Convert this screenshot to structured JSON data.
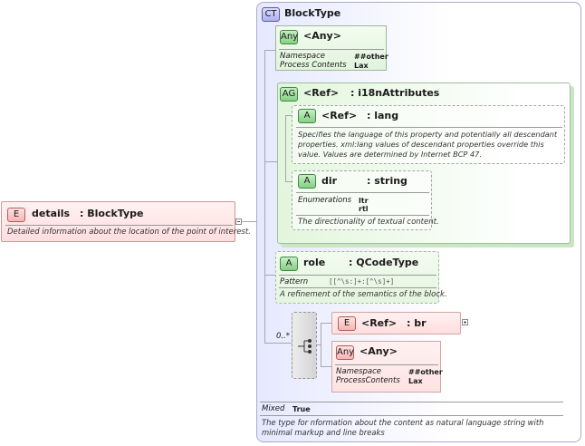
{
  "details": {
    "badge": "E",
    "name": "details",
    "type": ": BlockType",
    "description": "Detailed information about the location of the point of interest."
  },
  "complex_type": {
    "badge": "CT",
    "name": "BlockType",
    "mixed_label": "Mixed",
    "mixed_value": "True",
    "description": "The type for nformation about the content as natural language string with minimal markup and line breaks"
  },
  "any1": {
    "badge": "Any",
    "name": "<Any>",
    "namespace_label": "Namespace",
    "namespace_value": "##other",
    "process_label": "Process Contents",
    "process_value": "Lax"
  },
  "attr_group": {
    "badge": "AG",
    "ref": "<Ref>",
    "name": ": i18nAttributes",
    "lang": {
      "badge": "A",
      "ref": "<Ref>",
      "name": ": lang",
      "description": "Specifies the language of this property and potentially all descendant properties. xml:lang values of descendant properties override this value. Values are determined by Internet BCP 47."
    },
    "dir": {
      "badge": "A",
      "name": "dir",
      "type": ": string",
      "enum_label": "Enumerations",
      "enum_values": [
        "ltr",
        "rtl"
      ],
      "description": "The directionality of textual content."
    }
  },
  "role": {
    "badge": "A",
    "name": "role",
    "type": ": QCodeType",
    "pattern_label": "Pattern",
    "pattern_value": "[[^\\s:]+:[^\\s]+]",
    "description": "A refinement of the semantics of the block."
  },
  "choice": {
    "cardinality": "0..*"
  },
  "br": {
    "badge": "E",
    "ref": "<Ref>",
    "name": ": br"
  },
  "any2": {
    "badge": "Any",
    "name": "<Any>",
    "namespace_label": "Namespace",
    "namespace_value": "##other",
    "process_label": "ProcessContents",
    "process_value": "Lax"
  },
  "colors": {
    "element_fill": "#ffe4e4",
    "attribute_fill": "#e9f9e6",
    "complex_fill": "#eef0ff"
  }
}
